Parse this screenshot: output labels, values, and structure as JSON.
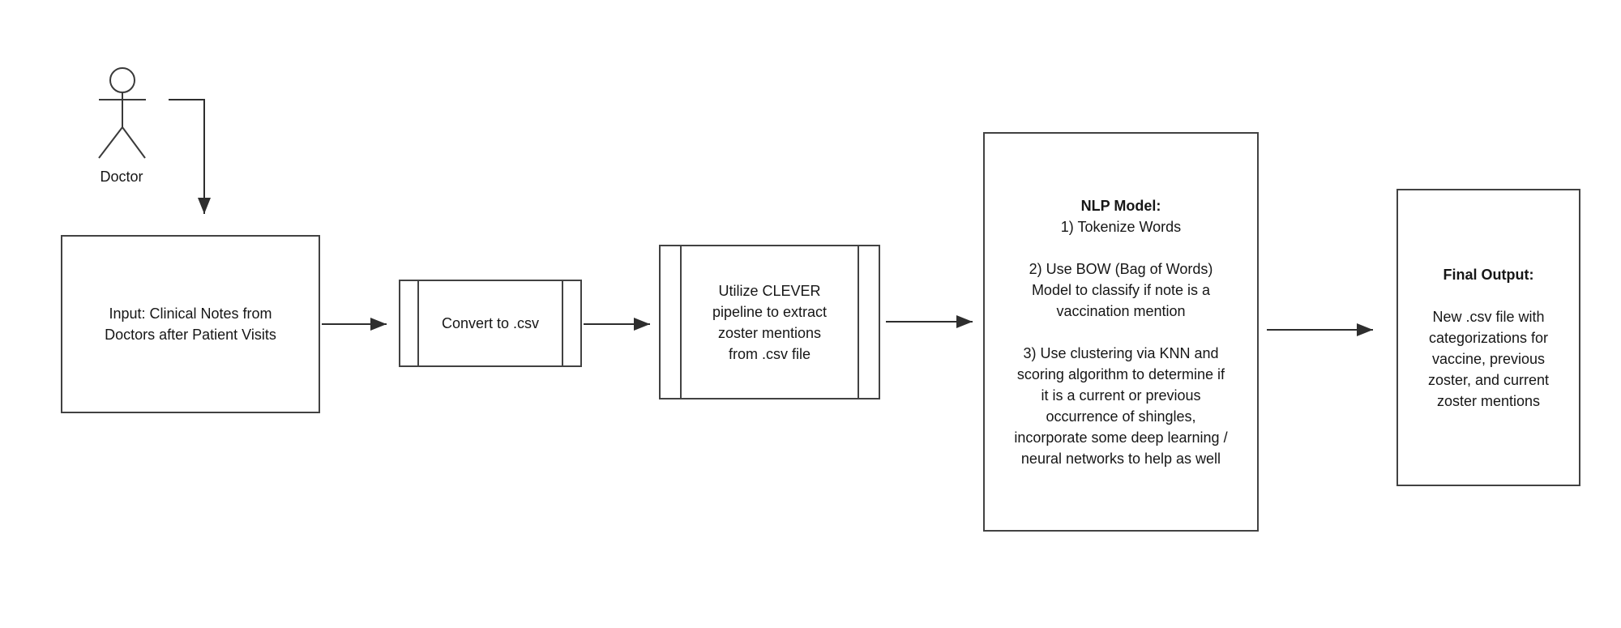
{
  "diagram": {
    "actor": {
      "label": "Doctor"
    },
    "nodes": {
      "input": {
        "text": "Input: Clinical Notes from\nDoctors after Patient Visits"
      },
      "convert": {
        "text": "Convert to .csv"
      },
      "clever": {
        "text": "Utilize CLEVER\npipeline to extract\nzoster mentions\nfrom .csv file"
      },
      "nlp": {
        "title": "NLP Model:",
        "body": "1) Tokenize Words\n\n2) Use BOW (Bag of Words)\nModel to classify if note is a\nvaccination mention\n\n3) Use clustering via KNN and\nscoring algorithm to determine if\nit is a current or previous\noccurrence of shingles,\nincorporate some deep learning /\nneural networks to help as well"
      },
      "final": {
        "title": "Final Output:",
        "body": "New .csv file with\ncategorizations for\nvaccine, previous\nzoster, and current\nzoster mentions"
      }
    },
    "colors": {
      "background": "#ffffff",
      "border": "#424242",
      "text": "#161616",
      "arrow": "#2e2e2e"
    }
  }
}
